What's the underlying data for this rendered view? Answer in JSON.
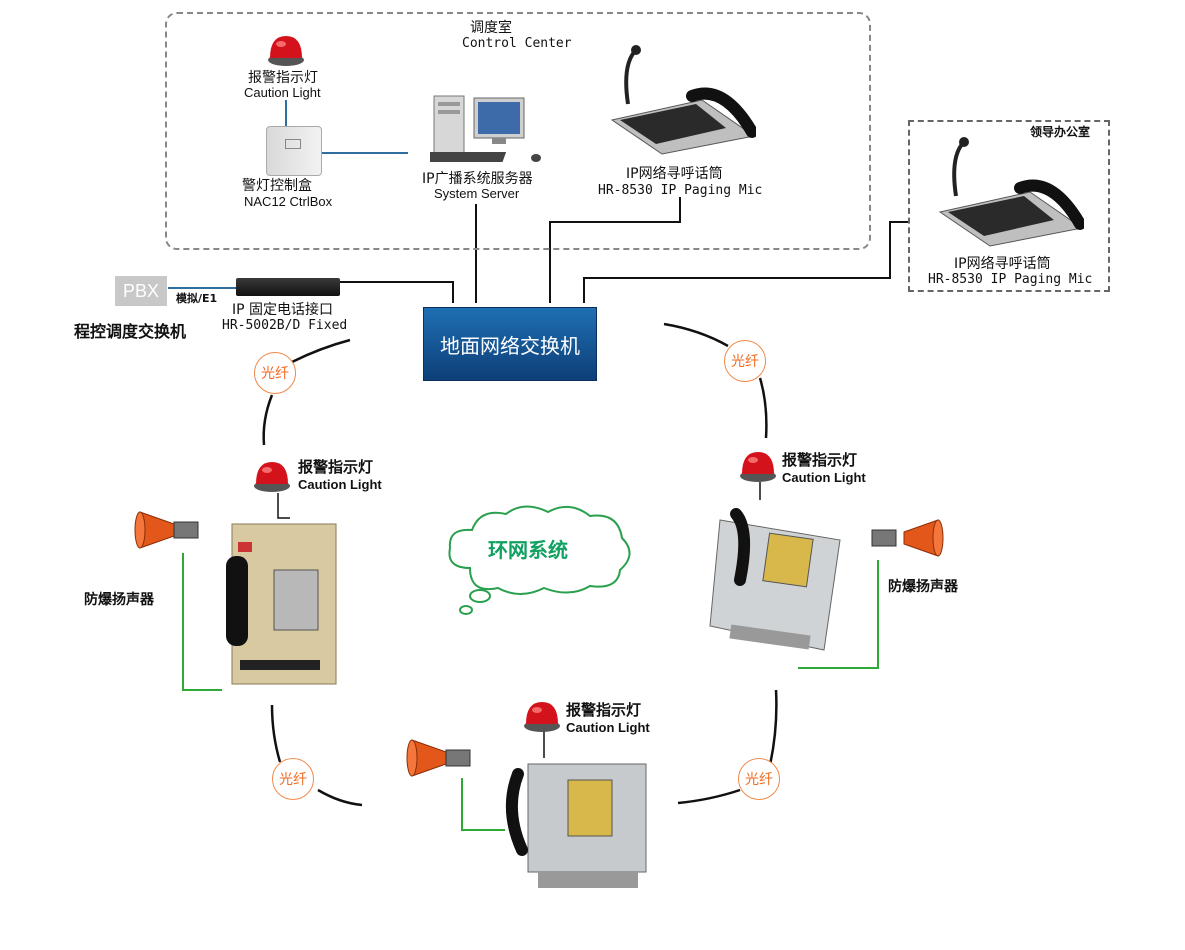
{
  "control_center": {
    "title_cn": "调度室",
    "title_en": "Control Center"
  },
  "control_light": {
    "cn": "报警指示灯",
    "en": "Caution Light"
  },
  "ctrl_box": {
    "cn": "警灯控制盒",
    "en": "NAC12 CtrlBox"
  },
  "server": {
    "cn": "IP广播系统服务器",
    "en": "System Server"
  },
  "paging_mic": {
    "cn": "IP网络寻呼话筒",
    "en": "HR-8530 IP Paging Mic"
  },
  "leader_office": {
    "title": "领导办公室",
    "cn": "IP网络寻呼话筒",
    "en": "HR-8530 IP Paging Mic"
  },
  "pbx": {
    "label": "PBX",
    "link": "模拟/E1",
    "name": "程控调度交换机"
  },
  "fixed_interface": {
    "cn": "IP 固定电话接口",
    "en": "HR-5002B/D Fixed"
  },
  "switch": {
    "label": "地面网络交换机"
  },
  "fiber_label": "光纤",
  "ring": {
    "label": "环网系统"
  },
  "caution_light": {
    "cn": "报警指示灯",
    "en": "Caution Light"
  },
  "speaker_label": "防爆扬声器",
  "colors": {
    "switch_top": "#1f6fb3",
    "switch_bottom": "#0d3f78",
    "fiber": "#f06a20",
    "ring_text": "#10a060",
    "speaker_wire": "#2ea836"
  }
}
